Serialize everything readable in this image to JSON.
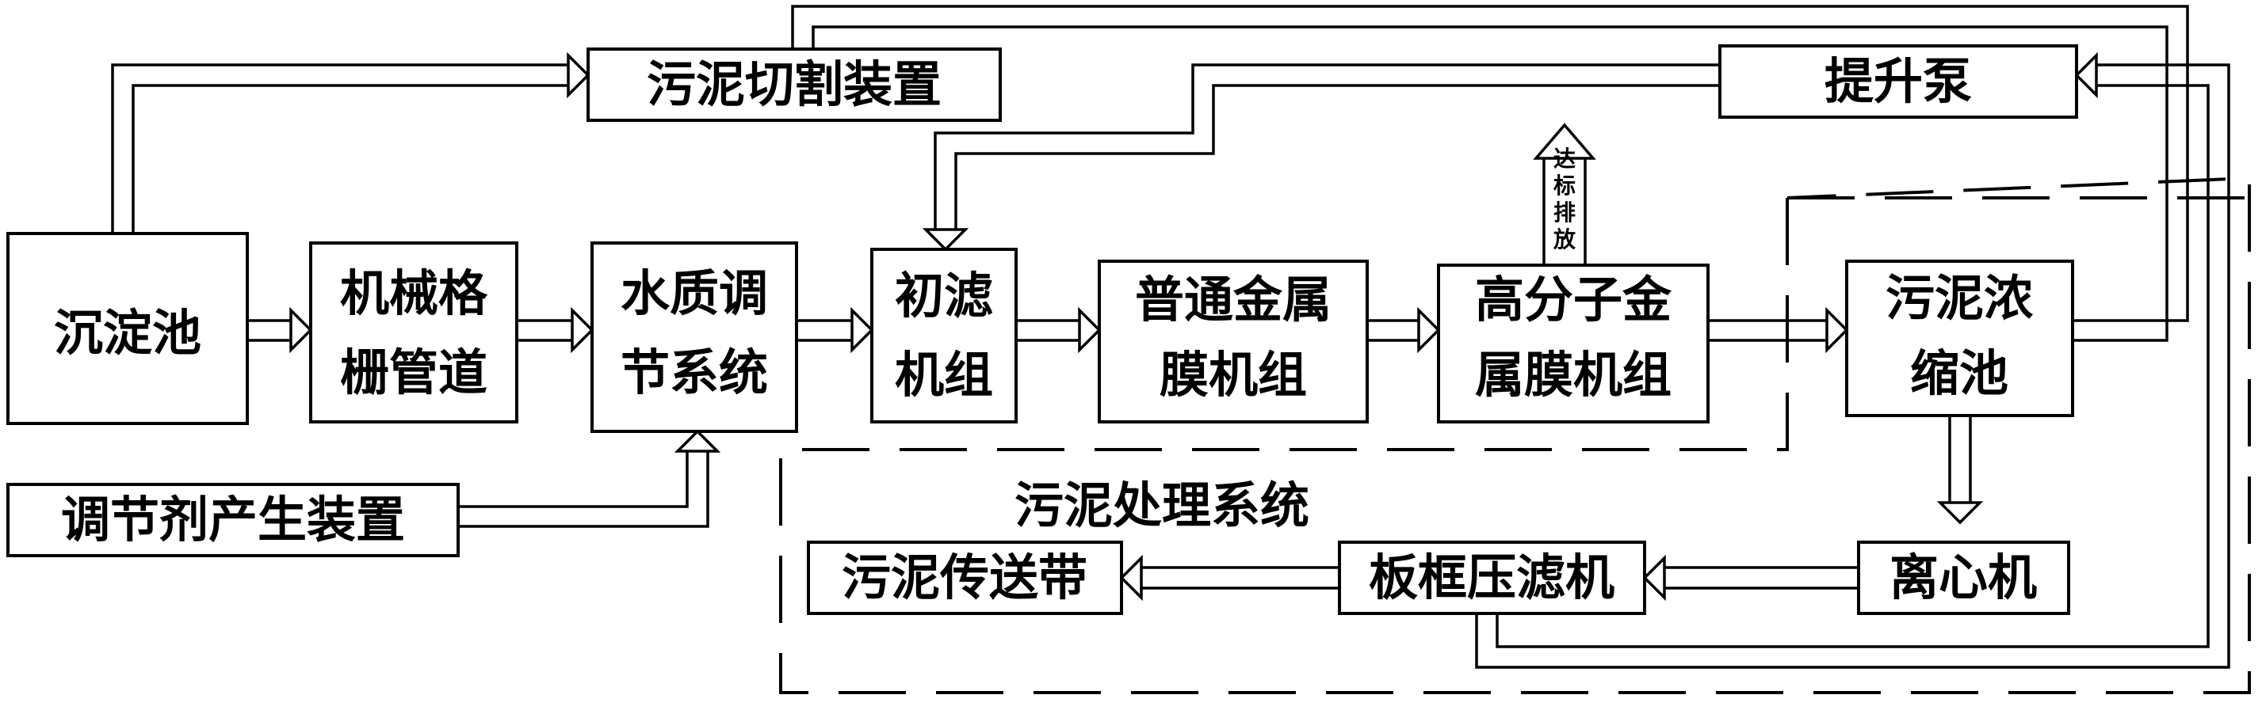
{
  "nodes": {
    "sedimentation_tank": "沉淀池",
    "mech_grille_line1": "机械格",
    "mech_grille_line2": "栅管道",
    "water_quality_line1": "水质调",
    "water_quality_line2": "节系统",
    "primary_filter_line1": "初滤",
    "primary_filter_line2": "机组",
    "ordinary_membrane_line1": "普通金属",
    "ordinary_membrane_line2": "膜机组",
    "polymer_membrane_line1": "高分子金",
    "polymer_membrane_line2": "属膜机组",
    "sludge_thickener_line1": "污泥浓",
    "sludge_thickener_line2": "缩池",
    "sludge_cutter": "污泥切割装置",
    "lift_pump": "提升泵",
    "regulator_generator": "调节剂产生装置",
    "centrifuge": "离心机",
    "plate_frame_filter_press": "板框压滤机",
    "sludge_conveyor": "污泥传送带",
    "sludge_treatment_system": "污泥处理系统",
    "discharge_chars": [
      "达",
      "标",
      "排",
      "放"
    ]
  }
}
